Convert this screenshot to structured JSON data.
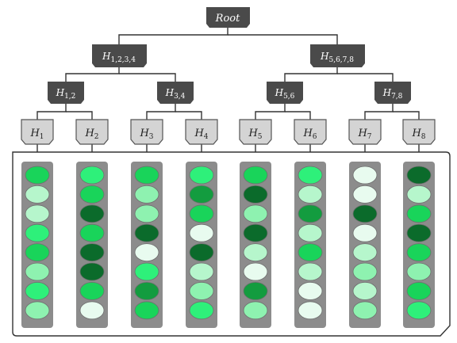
{
  "tree": {
    "root": {
      "label": "Root"
    },
    "level1": [
      {
        "head": "H",
        "sub": "1,2,3,4"
      },
      {
        "head": "H",
        "sub": "5,6,7,8"
      }
    ],
    "level2": [
      {
        "head": "H",
        "sub": "1,2"
      },
      {
        "head": "H",
        "sub": "3,4"
      },
      {
        "head": "H",
        "sub": "5,6"
      },
      {
        "head": "H",
        "sub": "7,8"
      }
    ],
    "leaves": [
      {
        "head": "H",
        "sub": "1"
      },
      {
        "head": "H",
        "sub": "2"
      },
      {
        "head": "H",
        "sub": "3"
      },
      {
        "head": "H",
        "sub": "4"
      },
      {
        "head": "H",
        "sub": "5"
      },
      {
        "head": "H",
        "sub": "6"
      },
      {
        "head": "H",
        "sub": "7"
      },
      {
        "head": "H",
        "sub": "8"
      }
    ]
  },
  "colors": {
    "dark_node": "#4a4a4a",
    "light_node": "#d4d4d4",
    "column_bg": "#8c8c8c",
    "panel_border": "#333333",
    "edge": "#333333"
  },
  "shade_palette": [
    "#0b6b2b",
    "#139c3f",
    "#19d45a",
    "#2ef07a",
    "#8ef2b0",
    "#b6f6cc",
    "#e8fbef"
  ],
  "columns": [
    {
      "name": "H1",
      "shades": [
        2,
        5,
        5,
        3,
        2,
        4,
        3,
        4
      ]
    },
    {
      "name": "H2",
      "shades": [
        3,
        2,
        0,
        2,
        0,
        0,
        2,
        6
      ]
    },
    {
      "name": "H3",
      "shades": [
        2,
        4,
        4,
        0,
        6,
        3,
        1,
        2
      ]
    },
    {
      "name": "H4",
      "shades": [
        3,
        1,
        2,
        6,
        0,
        5,
        4,
        3
      ]
    },
    {
      "name": "H5",
      "shades": [
        2,
        0,
        4,
        0,
        5,
        6,
        1,
        4
      ]
    },
    {
      "name": "H6",
      "shades": [
        3,
        5,
        1,
        5,
        2,
        5,
        6,
        6
      ]
    },
    {
      "name": "H7",
      "shades": [
        6,
        6,
        0,
        6,
        5,
        4,
        5,
        4
      ]
    },
    {
      "name": "H8",
      "shades": [
        0,
        5,
        2,
        0,
        2,
        4,
        2,
        3
      ]
    }
  ]
}
